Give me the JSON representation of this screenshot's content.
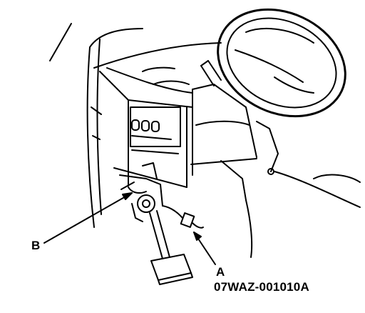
{
  "callouts": {
    "a": "A",
    "b": "B"
  },
  "figure_code": "07WAZ-001010A",
  "colors": {
    "line": "#000000",
    "background": "#ffffff"
  }
}
